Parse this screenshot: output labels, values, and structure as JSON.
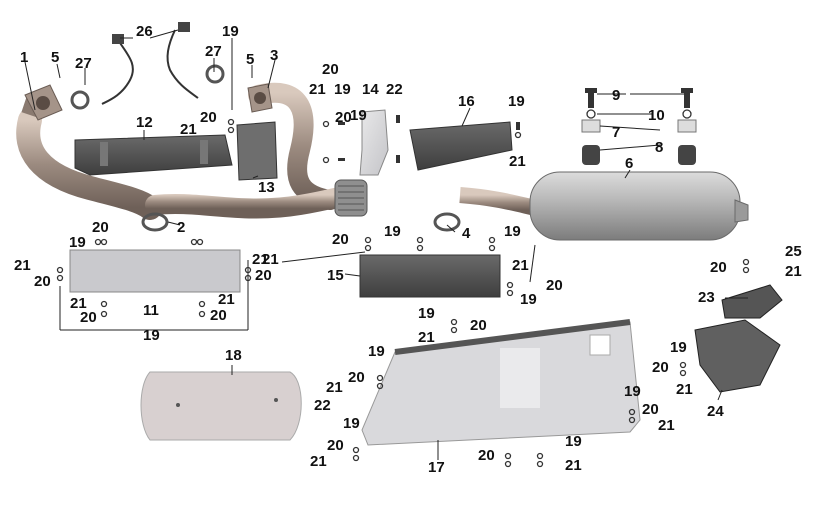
{
  "diagram": {
    "labels": [
      {
        "id": "p1",
        "text": "1"
      },
      {
        "id": "p5a",
        "text": "5"
      },
      {
        "id": "p27a",
        "text": "27"
      },
      {
        "id": "p26",
        "text": "26"
      },
      {
        "id": "p19a",
        "text": "19"
      },
      {
        "id": "p27b",
        "text": "27"
      },
      {
        "id": "p5b",
        "text": "5"
      },
      {
        "id": "p3",
        "text": "3"
      },
      {
        "id": "p20a",
        "text": "20"
      },
      {
        "id": "p21a",
        "text": "21"
      },
      {
        "id": "p19b",
        "text": "19"
      },
      {
        "id": "p14",
        "text": "14"
      },
      {
        "id": "p22a",
        "text": "22"
      },
      {
        "id": "p16",
        "text": "16"
      },
      {
        "id": "p19c",
        "text": "19"
      },
      {
        "id": "p9",
        "text": "9"
      },
      {
        "id": "p10",
        "text": "10"
      },
      {
        "id": "p7",
        "text": "7"
      },
      {
        "id": "p8",
        "text": "8"
      },
      {
        "id": "p6",
        "text": "6"
      },
      {
        "id": "p12",
        "text": "12"
      },
      {
        "id": "p20b",
        "text": "20"
      },
      {
        "id": "p21b",
        "text": "21"
      },
      {
        "id": "p13",
        "text": "13"
      },
      {
        "id": "p21c",
        "text": "21"
      },
      {
        "id": "p2",
        "text": "2"
      },
      {
        "id": "p20c",
        "text": "20"
      },
      {
        "id": "p19d",
        "text": "19"
      },
      {
        "id": "p20d",
        "text": "20"
      },
      {
        "id": "p19e",
        "text": "19"
      },
      {
        "id": "p4",
        "text": "4"
      },
      {
        "id": "p19f",
        "text": "19"
      },
      {
        "id": "p21d",
        "text": "21"
      },
      {
        "id": "p20e",
        "text": "20"
      },
      {
        "id": "p21e",
        "text": "21"
      },
      {
        "id": "p20f",
        "text": "20"
      },
      {
        "id": "p21f",
        "text": "21"
      },
      {
        "id": "p15",
        "text": "15"
      },
      {
        "id": "p21g",
        "text": "21"
      },
      {
        "id": "p19g",
        "text": "19"
      },
      {
        "id": "p20g",
        "text": "20"
      },
      {
        "id": "p25",
        "text": "25"
      },
      {
        "id": "p20h",
        "text": "20"
      },
      {
        "id": "p21h",
        "text": "21"
      },
      {
        "id": "p21i",
        "text": "21"
      },
      {
        "id": "p11",
        "text": "11"
      },
      {
        "id": "p21j",
        "text": "21"
      },
      {
        "id": "p20i",
        "text": "20"
      },
      {
        "id": "p20j",
        "text": "20"
      },
      {
        "id": "p19h",
        "text": "19"
      },
      {
        "id": "p23",
        "text": "23"
      },
      {
        "id": "p19i",
        "text": "19"
      },
      {
        "id": "p20k",
        "text": "20"
      },
      {
        "id": "p21k",
        "text": "21"
      },
      {
        "id": "p18",
        "text": "18"
      },
      {
        "id": "p19j",
        "text": "19"
      },
      {
        "id": "p20l",
        "text": "20"
      },
      {
        "id": "p21l",
        "text": "21"
      },
      {
        "id": "p22b",
        "text": "22"
      },
      {
        "id": "p19k",
        "text": "19"
      },
      {
        "id": "p20m",
        "text": "20"
      },
      {
        "id": "p21m",
        "text": "21"
      },
      {
        "id": "p19l",
        "text": "19"
      },
      {
        "id": "p20n",
        "text": "20"
      },
      {
        "id": "p21n",
        "text": "21"
      },
      {
        "id": "p24",
        "text": "24"
      },
      {
        "id": "p19m",
        "text": "19"
      },
      {
        "id": "p20o",
        "text": "20"
      },
      {
        "id": "p21o",
        "text": "21"
      },
      {
        "id": "p17",
        "text": "17"
      },
      {
        "id": "p19n",
        "text": "19"
      },
      {
        "id": "p20p",
        "text": "20"
      },
      {
        "id": "p21p",
        "text": "21"
      },
      {
        "id": "p20q",
        "text": "20"
      },
      {
        "id": "p19o",
        "text": "19"
      }
    ]
  }
}
